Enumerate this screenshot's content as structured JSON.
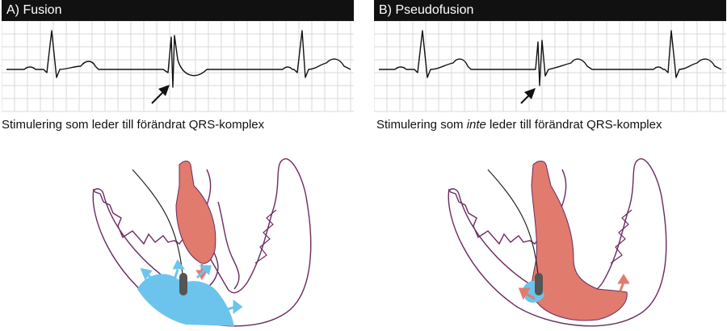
{
  "panels": [
    {
      "title": "A) Fusion",
      "caption_before": "Stimulering som leder till förändrat QRS-komplex",
      "caption_em": "",
      "caption_after": ""
    },
    {
      "title": "B) Pseudofusion",
      "caption_before": "Stimulering som ",
      "caption_em": "inte",
      "caption_after": " leder till förändrat QRS-komplex"
    }
  ],
  "colors": {
    "grid": "#d9d9d9",
    "trace": "#111111",
    "heart_outline": "#6b2a5e",
    "paced_blue": "#6cc4ec",
    "native_red": "#e07b6e",
    "lead": "#555555"
  }
}
